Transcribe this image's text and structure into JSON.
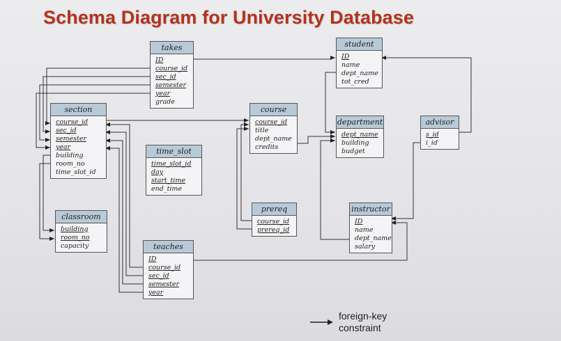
{
  "title": "Schema Diagram for University Database",
  "legend": {
    "line1": "foreign-key",
    "line2": "constraint"
  },
  "tables": {
    "takes": {
      "name": "takes",
      "attributes": [
        {
          "name": "ID",
          "pk": true
        },
        {
          "name": "course_id",
          "pk": true
        },
        {
          "name": "sec_id",
          "pk": true
        },
        {
          "name": "semester",
          "pk": true
        },
        {
          "name": "year",
          "pk": true
        },
        {
          "name": "grade",
          "pk": false
        }
      ]
    },
    "student": {
      "name": "student",
      "attributes": [
        {
          "name": "ID",
          "pk": true
        },
        {
          "name": "name",
          "pk": false
        },
        {
          "name": "dept_name",
          "pk": false
        },
        {
          "name": "tot_cred",
          "pk": false
        }
      ]
    },
    "section": {
      "name": "section",
      "attributes": [
        {
          "name": "course_id",
          "pk": true
        },
        {
          "name": "sec_id",
          "pk": true
        },
        {
          "name": "semester",
          "pk": true
        },
        {
          "name": "year",
          "pk": true
        },
        {
          "name": "building",
          "pk": false
        },
        {
          "name": "room_no",
          "pk": false
        },
        {
          "name": "time_slot_id",
          "pk": false
        }
      ]
    },
    "course": {
      "name": "course",
      "attributes": [
        {
          "name": "course_id",
          "pk": true
        },
        {
          "name": "title",
          "pk": false
        },
        {
          "name": "dept_name",
          "pk": false
        },
        {
          "name": "credits",
          "pk": false
        }
      ]
    },
    "department": {
      "name": "department",
      "attributes": [
        {
          "name": "dept_name",
          "pk": true
        },
        {
          "name": "building",
          "pk": false
        },
        {
          "name": "budget",
          "pk": false
        }
      ]
    },
    "advisor": {
      "name": "advisor",
      "attributes": [
        {
          "name": "s_id",
          "pk": true
        },
        {
          "name": "i_id",
          "pk": false
        }
      ]
    },
    "time_slot": {
      "name": "time_slot",
      "attributes": [
        {
          "name": "time_slot_id",
          "pk": true
        },
        {
          "name": "day",
          "pk": true
        },
        {
          "name": "start_time",
          "pk": true
        },
        {
          "name": "end_time",
          "pk": false
        }
      ]
    },
    "classroom": {
      "name": "classroom",
      "attributes": [
        {
          "name": "building",
          "pk": true
        },
        {
          "name": "room_no",
          "pk": true
        },
        {
          "name": "capacity",
          "pk": false
        }
      ]
    },
    "prereq": {
      "name": "prereq",
      "attributes": [
        {
          "name": "course_id",
          "pk": true
        },
        {
          "name": "prereq_id",
          "pk": true
        }
      ]
    },
    "instructor": {
      "name": "instructor",
      "attributes": [
        {
          "name": "ID",
          "pk": true
        },
        {
          "name": "name",
          "pk": false
        },
        {
          "name": "dept_name",
          "pk": false
        },
        {
          "name": "salary",
          "pk": false
        }
      ]
    },
    "teaches": {
      "name": "teaches",
      "attributes": [
        {
          "name": "ID",
          "pk": true
        },
        {
          "name": "course_id",
          "pk": true
        },
        {
          "name": "sec_id",
          "pk": true
        },
        {
          "name": "semester",
          "pk": true
        },
        {
          "name": "year",
          "pk": true
        }
      ]
    }
  },
  "colors": {
    "title": "#b5311c",
    "header": "#b8cad8",
    "line": "#333333"
  }
}
